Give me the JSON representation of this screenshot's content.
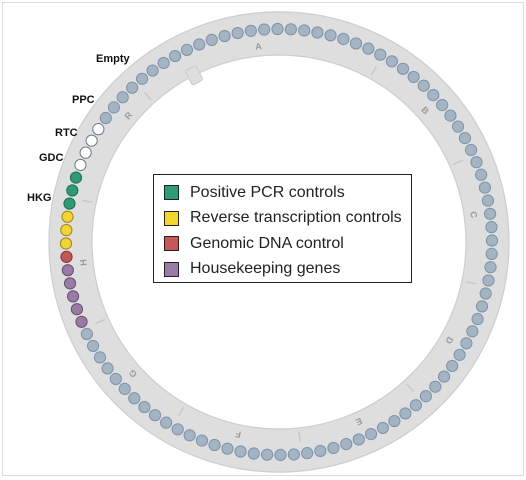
{
  "colors": {
    "ring": "#dedede",
    "ring_edge": "#cdcdcd",
    "well_default": "#a3b4c4",
    "well_default_stroke": "#7f93a6",
    "ppc": "#2e9a78",
    "rtc": "#f3d530",
    "gdc": "#c45858",
    "hkg": "#9a7aa6",
    "empty": "#ffffff"
  },
  "rotor_labels": {
    "section_letters": [
      "A",
      "B",
      "C",
      "D",
      "E",
      "F",
      "G",
      "H",
      "R"
    ]
  },
  "well_labels": {
    "empty": "Empty",
    "ppc": "PPC",
    "rtc": "RTC",
    "gdc": "GDC",
    "hkg": "HKG"
  },
  "legend": {
    "items": [
      {
        "label": "Positive PCR controls",
        "color": "#2e9a78"
      },
      {
        "label": "Reverse transcription controls",
        "color": "#f3d530"
      },
      {
        "label": "Genomic DNA control",
        "color": "#c45858"
      },
      {
        "label": "Housekeeping genes",
        "color": "#9a7aa6"
      }
    ]
  },
  "well_groups": {
    "total_wells": 100,
    "empty_count": 4,
    "ppc_count": 3,
    "rtc_count": 3,
    "gdc_count": 1,
    "hkg_count": 5
  }
}
